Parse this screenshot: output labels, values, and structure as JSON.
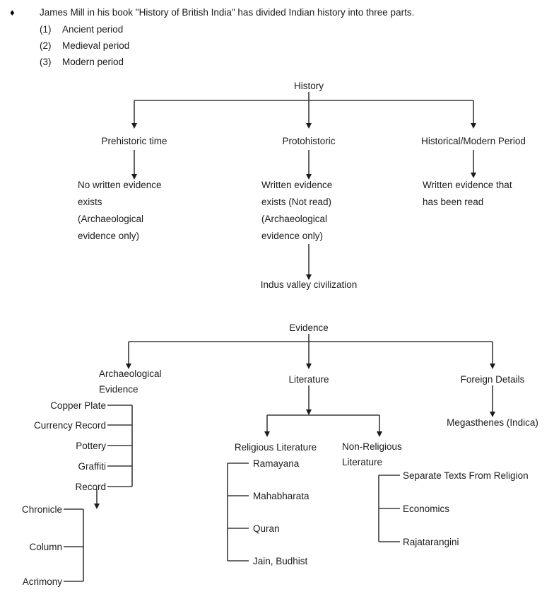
{
  "intro": {
    "bullet_glyph": "♦",
    "statement": "James Mill in his book \"History of British India\" has divided Indian history into three parts.",
    "items": [
      {
        "num": "(1)",
        "label": "Ancient period"
      },
      {
        "num": "(2)",
        "label": "Medieval period"
      },
      {
        "num": "(3)",
        "label": "Modern period"
      }
    ]
  },
  "history_tree": {
    "root": "History",
    "branches": [
      {
        "title": "Prehistoric time",
        "detail": "No written evidence\n exists\n(Archaeological\nevidence only)"
      },
      {
        "title": "Protohistoric",
        "detail": "Written evidence\n exists (Not read)\n(Archaeological\nevidence only)",
        "child": "Indus valley civilization"
      },
      {
        "title": "Historical/Modern Period",
        "detail": "Written evidence that\nhas been read"
      }
    ]
  },
  "evidence_tree": {
    "root": "Evidence",
    "branches": [
      {
        "title": "Archaeological\nEvidence",
        "items": [
          "Copper Plate",
          "Currency Record",
          "Pottery",
          "Graffiti",
          "Record"
        ],
        "sub_of_record": [
          "Chronicle",
          "Column",
          "Acrimony"
        ]
      },
      {
        "title": "Literature",
        "sub_branches": [
          {
            "title": "Religious Literature",
            "items": [
              "Ramayana",
              "Mahabharata",
              "Quran",
              "Jain, Budhist"
            ]
          },
          {
            "title": "Non-Religious\nLiterature",
            "items": [
              "Separate Texts From Religion",
              "Economics",
              "Rajatarangini"
            ]
          }
        ]
      },
      {
        "title": "Foreign Details",
        "child": "Megasthenes (Indica)"
      }
    ]
  },
  "colors": {
    "ink": "#1c1c1c",
    "line": "#3a3a3a",
    "background": "#ffffff"
  }
}
